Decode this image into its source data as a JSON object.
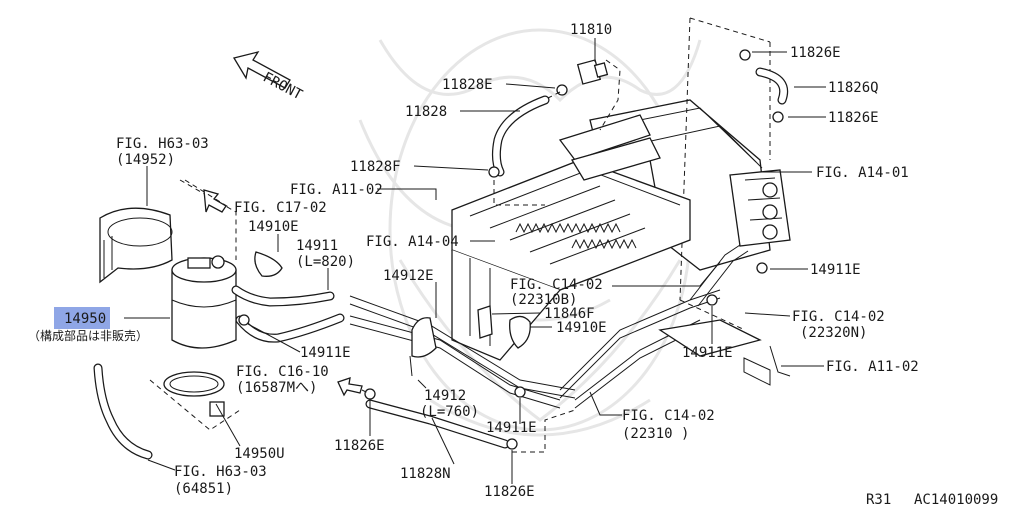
{
  "diagram": {
    "front_label": "FRONT",
    "highlight_color": "#8fa6e6",
    "labels": {
      "p11810": "11810",
      "p11828e": "11828E",
      "p11828": "11828",
      "p11828f": "11828F",
      "p11826e_top": "11826E",
      "p11826q": "11826Q",
      "p11826e_mid": "11826E",
      "fig_a14_01": "FIG. A14-01",
      "fig_a11_02_top": "FIG. A11-02",
      "fig_a14_04": "FIG. A14-04",
      "fig_h63_03_top": "FIG. H63-03",
      "fig_h63_03_top_sub": "(14952)",
      "fig_c17_02": "FIG. C17-02",
      "p14910e_top": "14910E",
      "p14911": "14911",
      "p14911_len": "(L=820)",
      "p14912e": "14912E",
      "fig_c14_02_a": "FIG. C14-02",
      "fig_c14_02_a_sub": "(22310B)",
      "p11846f": "11846F",
      "p14910e_mid": "14910E",
      "p14911e_right": "14911E",
      "fig_c14_02_b": "FIG. C14-02",
      "fig_c14_02_b_sub": "(22320N)",
      "p14950": "14950",
      "p14950_note": "（構成部品は非販売）",
      "p14911e_left": "14911E",
      "p14911e_mid": "14911E",
      "fig_a11_02_bottom": "FIG. A11-02",
      "fig_c16_10": "FIG. C16-10",
      "fig_c16_10_sub": "(16587Mへ)",
      "p14912": "14912",
      "p14912_len": "(L=760)",
      "p14911e_bottom": "14911E",
      "fig_c14_02_c": "FIG. C14-02",
      "fig_c14_02_c_sub": "(22310 )",
      "p11826e_bottom_left": "11826E",
      "p11828n": "11828N",
      "p11826e_bottom": "11826E",
      "p14950u": "14950U",
      "fig_h63_03_bottom": "FIG. H63-03",
      "fig_h63_03_bottom_sub": "(64851)"
    },
    "footer": {
      "model": "R31",
      "code": "AC14010099"
    }
  }
}
